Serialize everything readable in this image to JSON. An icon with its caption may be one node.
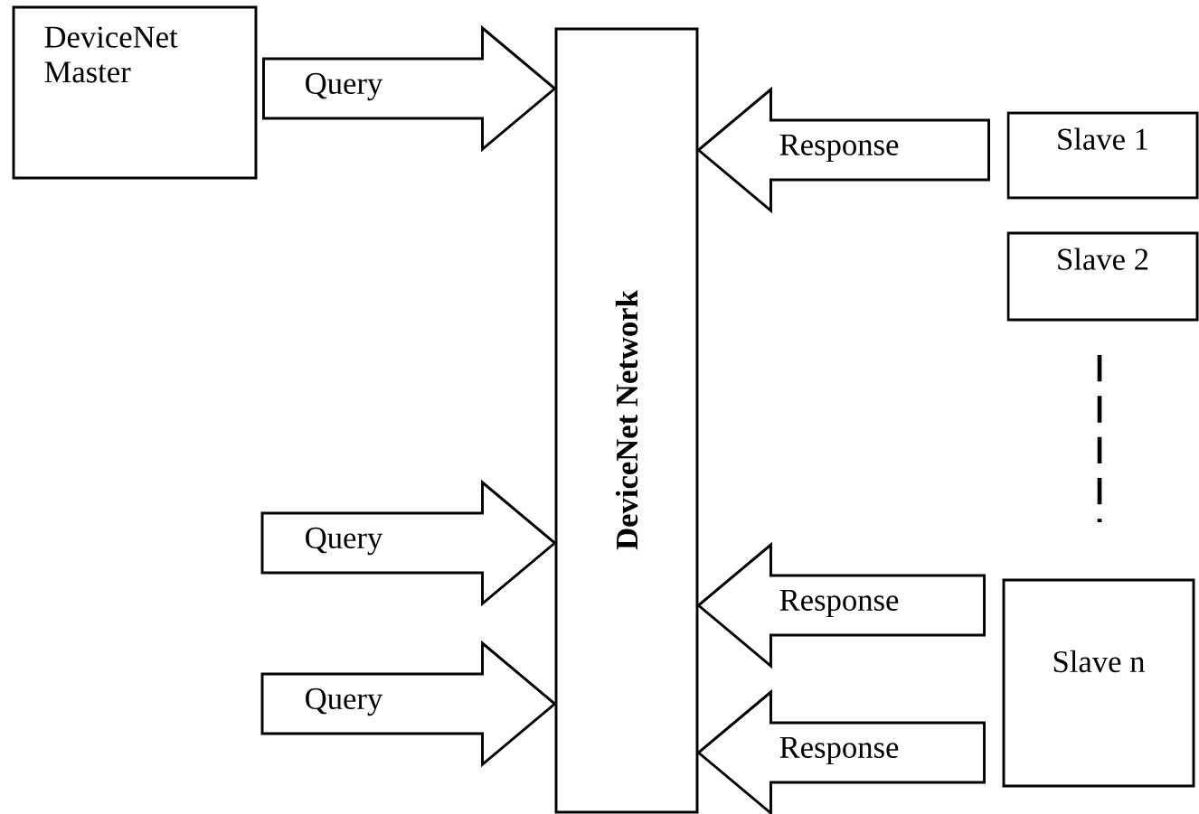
{
  "diagram": {
    "nodes": [
      {
        "text": [
          "DeviceNet Master"
        ]
      },
      {
        "text": [
          "DeviceNet Network"
        ]
      },
      {
        "text": [
          "Slave 1"
        ]
      },
      {
        "text": [
          "Slave 2"
        ]
      },
      {
        "text": [
          "Slave n"
        ]
      }
    ],
    "edges": [
      {
        "from": 0,
        "to": 1,
        "arrow": "to",
        "label": "Query"
      },
      {
        "from": null,
        "to": 1,
        "arrow": "to",
        "label": "Query"
      },
      {
        "from": null,
        "to": 1,
        "arrow": "to",
        "label": "Query"
      },
      {
        "from": 2,
        "to": 1,
        "arrow": "to",
        "label": "Response"
      },
      {
        "from": 4,
        "to": 1,
        "arrow": "to",
        "label": "Response"
      },
      {
        "from": 4,
        "to": 1,
        "arrow": "to",
        "label": "Response"
      }
    ]
  }
}
